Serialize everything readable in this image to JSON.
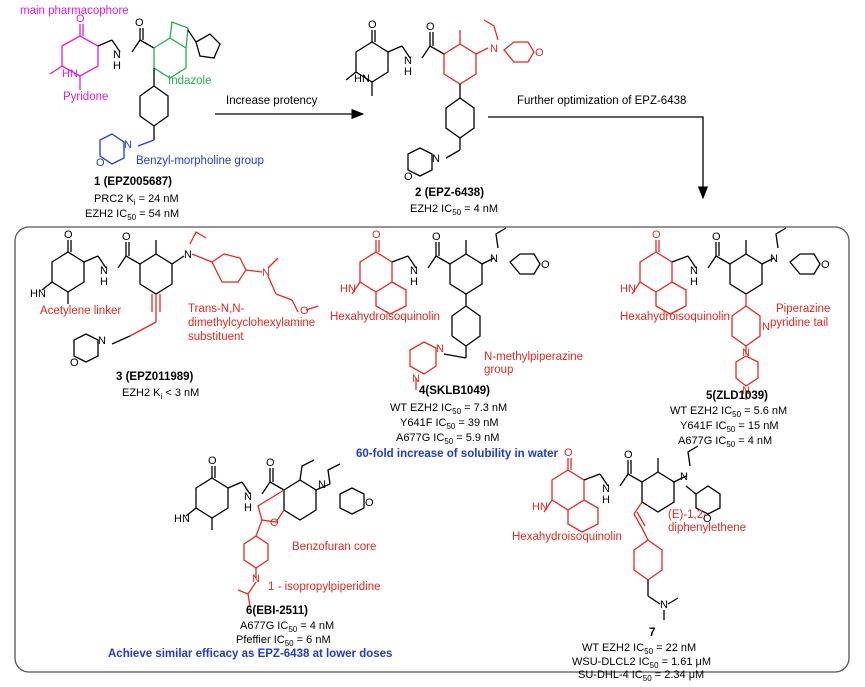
{
  "colors": {
    "black": "#000000",
    "magenta": "#e619e0",
    "green": "#22b14c",
    "blue": "#1f3bd6",
    "red": "#e8281e",
    "bold_blue": "#1f3bd6"
  },
  "compound1": {
    "pharmacophore_label": "main pharmacophore",
    "pyridone_label": "Pyridone",
    "indazole_label": "Indazole",
    "morpholine_label": "Benzyl-morpholine group",
    "title": "1 (EPZ005687)",
    "line1": "PRC2 K",
    "line1_sub": "i",
    "line1_val": " = 24 nM",
    "line2": "EZH2 IC",
    "line2_sub": "50",
    "line2_val": " = 54 nM"
  },
  "arrows": {
    "arrow1_label": "Increase protency",
    "arrow2_label": "Further optimization of EPZ-6438"
  },
  "compound2": {
    "title": "2 (EPZ-6438)",
    "line1": "EZH2 IC",
    "line1_sub": "50",
    "line1_val": " = 4 nM"
  },
  "compound3": {
    "label_acetylene": "Acetylene linker",
    "label_trans1": "Trans-N,N-",
    "label_trans2": "dimethylcyclohexylamine",
    "label_trans3": "substituent",
    "title": "3 (EPZ011989)",
    "line1": "EZH2 K",
    "line1_sub": "i",
    "line1_val": " < 3 nM"
  },
  "compound4": {
    "label_hexa": "Hexahydroisoquinolin",
    "label_nmp1": "N-methylpiperazine",
    "label_nmp2": "group",
    "title": "4(SKLB1049)",
    "line1": "WT EZH2 IC",
    "line1_sub": "50",
    "line1_val": " = 7.3 nM",
    "line2": "Y641F IC",
    "line2_sub": "50",
    "line2_val": " = 39 nM",
    "line3": "A677G IC",
    "line3_sub": "50",
    "line3_val": " = 5.9 nM",
    "note": "60-fold increase of solubility in water"
  },
  "compound5": {
    "label_hexa": "Hexahydroisoquinolin",
    "label_pip1": "Piperazine",
    "label_pip2": "pyridine tail",
    "title": "5(ZLD1039)",
    "line1": "WT EZH2 IC",
    "line1_sub": "50",
    "line1_val": " = 5.6 nM",
    "line2": "Y641F IC",
    "line2_sub": "50",
    "line2_val": " = 15 nM",
    "line3": "A677G IC",
    "line3_sub": "50",
    "line3_val": " = 4 nM"
  },
  "compound6": {
    "label_benzofuran": "Benzofuran core",
    "label_piperidine": "1 - isopropylpiperidine",
    "title": "6(EBI-2511)",
    "line1": "A677G IC",
    "line1_sub": "50",
    "line1_val": " = 4 nM",
    "line2": "Pfeffier IC",
    "line2_sub": "50",
    "line2_val": " = 6 nM",
    "note": "Achieve similar efficacy as EPZ-6438 at lower doses"
  },
  "compound7": {
    "label_hexa": "Hexahydroisoquinolin",
    "label_e1": "(E)-1,2-",
    "label_e2": "diphenylethene",
    "title": "7",
    "line1": "WT EZH2 IC",
    "line1_sub": "50",
    "line1_val": " = 22 nM",
    "line2": "WSU-DLCL2 IC",
    "line2_sub": "50",
    "line2_val": " = 1.61 μM",
    "line3": "SU-DHL-4 IC",
    "line3_sub": "50",
    "line3_val": " = 2.34 μM"
  },
  "atoms": {
    "HN": "HN",
    "O": "O",
    "N": "N",
    "H": "H"
  }
}
